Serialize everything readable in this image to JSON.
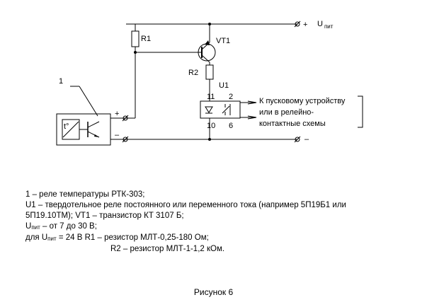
{
  "schematic": {
    "labels": {
      "plus": "+",
      "minus": "–",
      "u_sym": "U",
      "u_sub": "пит",
      "r1": "R1",
      "r2": "R2",
      "vt1": "VT1",
      "u1": "U1",
      "sensor": "1",
      "pin_11": "11",
      "pin_2": "2",
      "pin_10": "10",
      "pin_6": "6"
    },
    "output_note": [
      "К пусковому устройству",
      "или в релейно-",
      "контактные схемы"
    ]
  },
  "legend": {
    "line1": "1 – реле температуры РТК-303;",
    "line2": "U1 – твердотельное реле постоянного или переменного тока (например 5П19Б1 или",
    "line3": "5П19.10ТМ);  VT1 – транзистор КТ 3107 Б;",
    "line4_u": "U",
    "line4_sub": "пит",
    "line4_rest": " – от 7 до 30 В;",
    "line5_pre": "для U",
    "line5_sub": "пит",
    "line5_rest": " = 24 В    R1 – резистор МЛТ-0,25-180 Ом;",
    "line6": "R2 – резистор МЛТ-1-1,2 кОм."
  },
  "caption": "Рисунок 6"
}
